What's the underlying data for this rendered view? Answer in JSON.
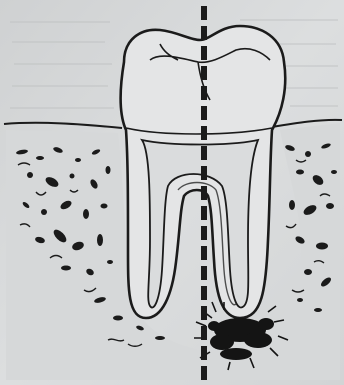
{
  "figure": {
    "subject": "tooth-cross-section-illustration",
    "elements": [
      "crown",
      "root",
      "root-canal",
      "gum-line",
      "alveolar-bone",
      "dashed-vertical-axis",
      "periapical-lesion"
    ]
  },
  "colors": {
    "paper": "#d9dbdc",
    "paper_shade": "#c9cbcc",
    "ink": "#1b1b1b",
    "tooth_fill": "#e4e5e6"
  }
}
